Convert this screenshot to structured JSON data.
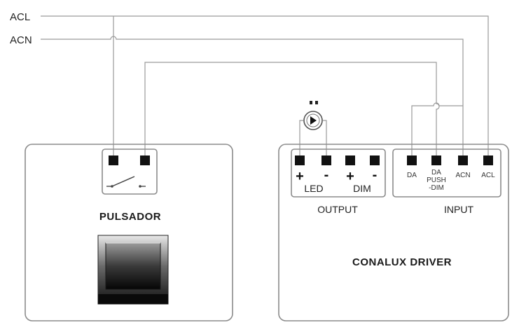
{
  "lines": {
    "acl": "ACL",
    "acn": "ACN"
  },
  "pulsador": {
    "title": "PULSADOR"
  },
  "driver": {
    "title": "CONALUX DRIVER",
    "output": {
      "label": "OUTPUT",
      "led_label": "LED",
      "dim_label": "DIM",
      "signs": [
        "+",
        "-",
        "+",
        "-"
      ]
    },
    "input": {
      "label": "INPUT",
      "terminals": [
        "DA",
        "DA",
        "ACN",
        "ACL"
      ],
      "push_dim": [
        "PUSH",
        "-DIM"
      ]
    }
  },
  "colors": {
    "wire": "#9a9a9a",
    "outline": "#8c8c8c",
    "terminal": "#111111"
  },
  "icons": {
    "switch": "push-switch-icon",
    "led": "led-lamp-icon",
    "button": "wall-push-button-icon"
  }
}
